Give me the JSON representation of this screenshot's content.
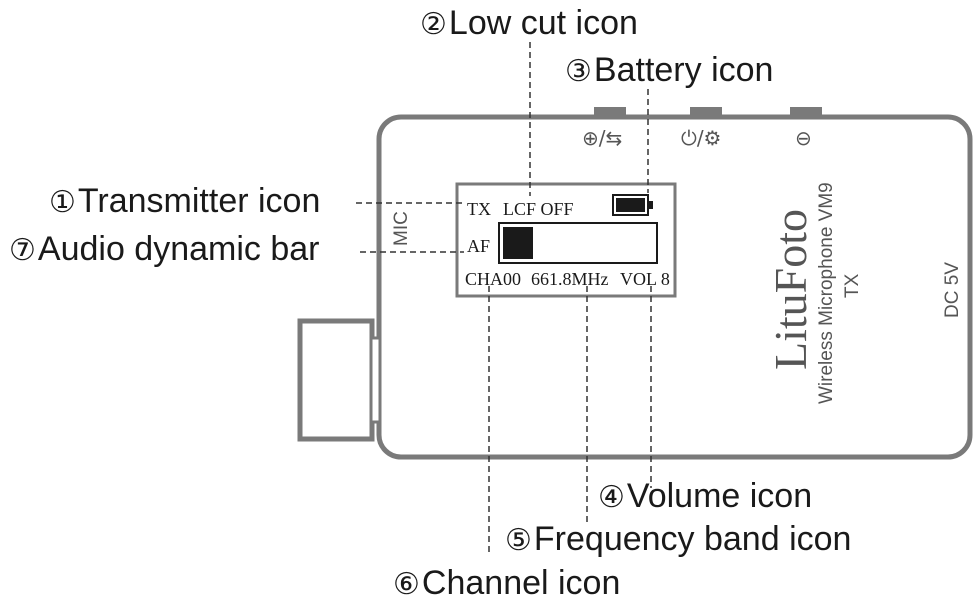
{
  "callouts": {
    "transmitter": {
      "num": "①",
      "text": "Transmitter icon"
    },
    "low_cut": {
      "num": "②",
      "text": "Low cut icon"
    },
    "battery": {
      "num": "③",
      "text": "Battery icon"
    },
    "volume": {
      "num": "④",
      "text": "Volume icon"
    },
    "frequency": {
      "num": "⑤",
      "text": "Frequency band icon"
    },
    "channel": {
      "num": "⑥",
      "text": "Channel icon"
    },
    "audio_bar": {
      "num": "⑦",
      "text": "Audio dynamic bar"
    }
  },
  "display": {
    "tx": "TX",
    "lcf": "LCF OFF",
    "af": "AF",
    "channel": "CHA00",
    "frequency": "661.8MHz",
    "volume": "VOL 8",
    "audio_level": 0.2
  },
  "device": {
    "mic_label": "MIC",
    "brand": "LituFoto",
    "model_line": "Wireless Microphone VM9",
    "tx_line": "TX",
    "power_label": "DC 5V"
  },
  "buttons": [
    {
      "icon": "plus-pair-icon",
      "glyph": "⊕/⇆"
    },
    {
      "icon": "power-settings-icon",
      "glyph": "⏻/⚙"
    },
    {
      "icon": "minus-icon",
      "glyph": "⊖"
    }
  ],
  "colors": {
    "outline": "#7a7a7a",
    "ink": "#1a1a1a"
  }
}
